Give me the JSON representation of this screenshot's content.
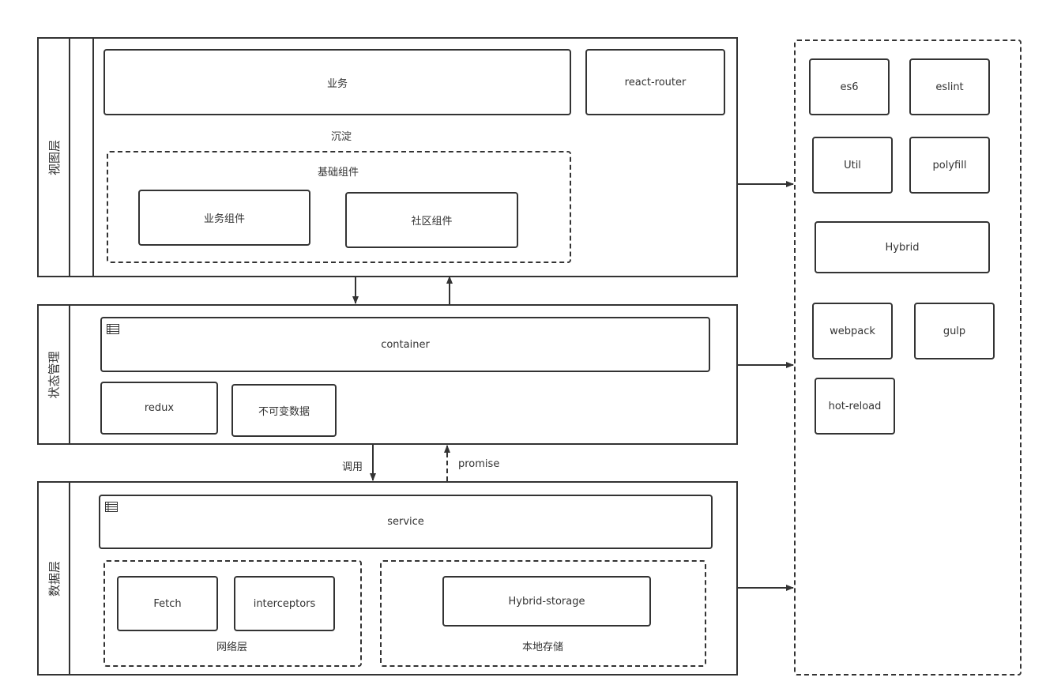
{
  "view_layer": {
    "title": "视图层",
    "business": "业务",
    "router": "react-router",
    "settle": "沉淀",
    "base_components": {
      "title": "基础组件",
      "business_component": "业务组件",
      "community_component": "社区组件"
    }
  },
  "state_layer": {
    "title": "状态管理",
    "container": "container",
    "redux": "redux",
    "immutable": "不可变数据"
  },
  "data_layer": {
    "title": "数据层",
    "service": "service",
    "network": {
      "title": "网络层",
      "fetch": "Fetch",
      "interceptors": "interceptors"
    },
    "local": {
      "title": "本地存储",
      "storage": "Hybrid-storage"
    }
  },
  "connections": {
    "call": "调用",
    "promise": "promise"
  },
  "tools": {
    "es6": "es6",
    "eslint": "eslint",
    "util": "Util",
    "polyfill": "polyfill",
    "hybrid": "Hybrid",
    "webpack": "webpack",
    "gulp": "gulp",
    "hot_reload": "hot-reload"
  },
  "colors": {
    "stroke": "#333333",
    "background": "#ffffff"
  }
}
